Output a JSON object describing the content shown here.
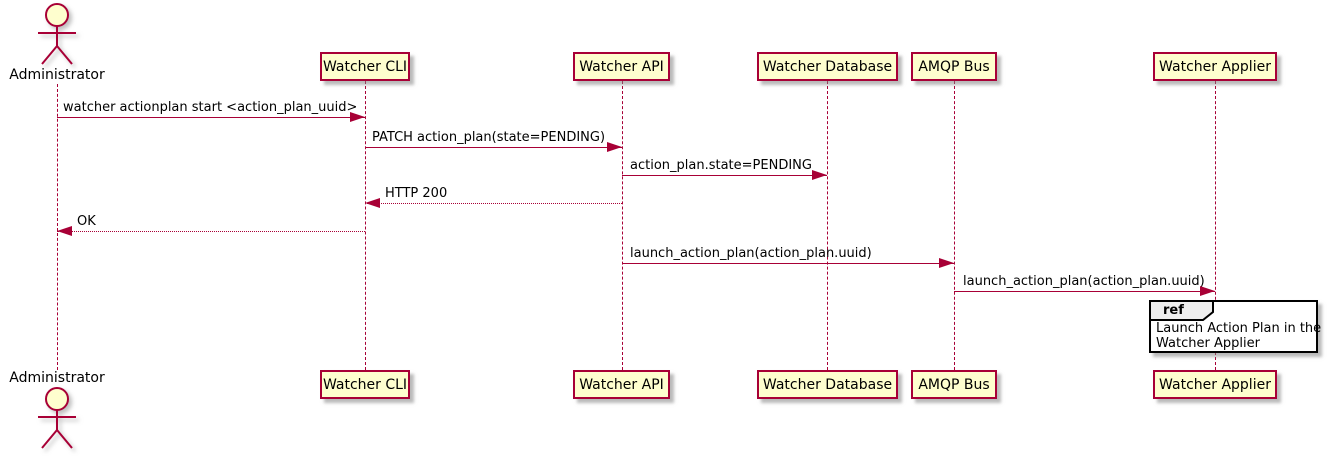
{
  "diagram": {
    "type": "uml-sequence",
    "actor": {
      "name": "Administrator"
    },
    "participants": [
      {
        "name": "Watcher CLI"
      },
      {
        "name": "Watcher API"
      },
      {
        "name": "Watcher Database"
      },
      {
        "name": "AMQP Bus"
      },
      {
        "name": "Watcher Applier"
      }
    ],
    "messages": [
      {
        "from": "Administrator",
        "to": "Watcher CLI",
        "label": "watcher actionplan start <action_plan_uuid>",
        "style": "solid",
        "direction": "right"
      },
      {
        "from": "Watcher CLI",
        "to": "Watcher API",
        "label": "PATCH action_plan(state=PENDING)",
        "style": "solid",
        "direction": "right"
      },
      {
        "from": "Watcher API",
        "to": "Watcher Database",
        "label": "action_plan.state=PENDING",
        "style": "solid",
        "direction": "right"
      },
      {
        "from": "Watcher API",
        "to": "Watcher CLI",
        "label": "HTTP 200",
        "style": "dashed",
        "direction": "left"
      },
      {
        "from": "Watcher CLI",
        "to": "Administrator",
        "label": "OK",
        "style": "dashed",
        "direction": "left"
      },
      {
        "from": "Watcher API",
        "to": "AMQP Bus",
        "label": "launch_action_plan(action_plan.uuid)",
        "style": "solid",
        "direction": "right"
      },
      {
        "from": "AMQP Bus",
        "to": "Watcher Applier",
        "label": "launch_action_plan(action_plan.uuid)",
        "style": "solid",
        "direction": "right"
      }
    ],
    "ref": {
      "keyword": "ref",
      "text_line1": "Launch Action Plan in the",
      "text_line2": "Watcher Applier"
    },
    "colors": {
      "stroke": "#A80036",
      "participant_fill": "#FEFECE",
      "ref_header_fill": "#EEEEEE",
      "ref_border": "#000000",
      "text": "#000000",
      "background": "#FFFFFF"
    }
  }
}
